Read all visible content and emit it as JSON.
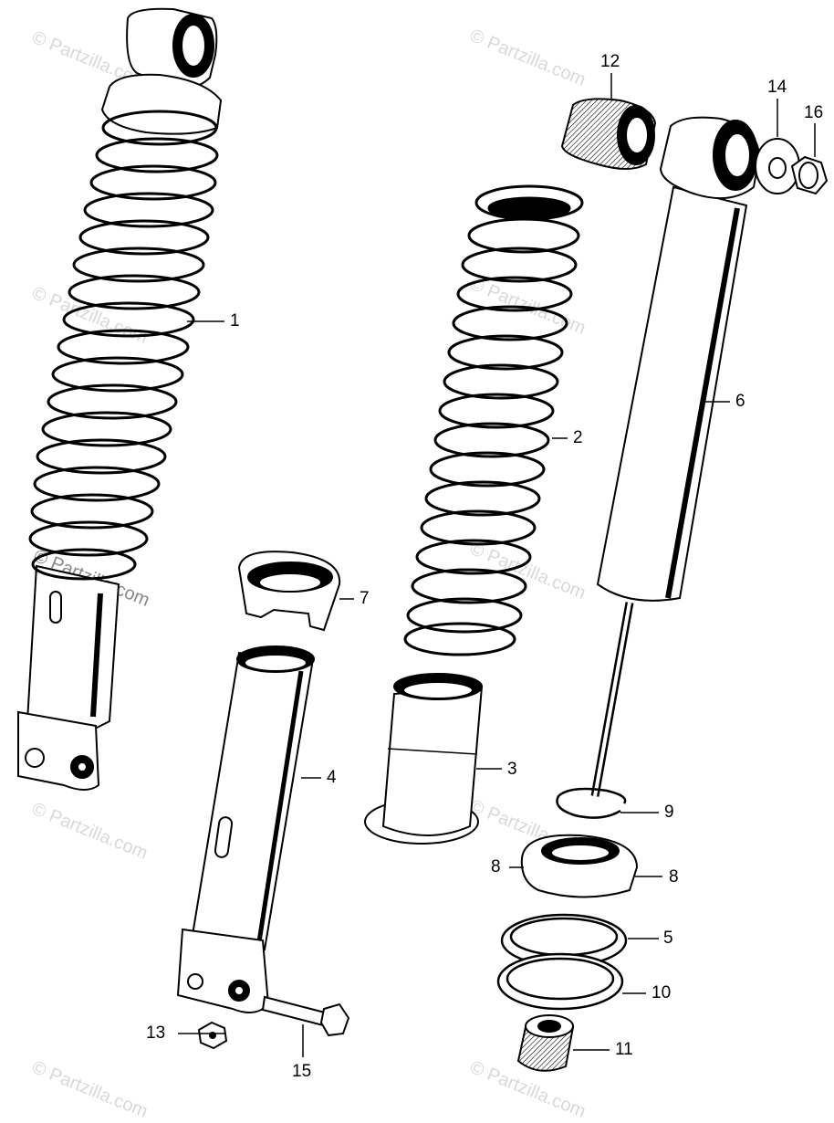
{
  "diagram": {
    "watermark": "© Partzilla.com",
    "callouts": {
      "c1": "1",
      "c2": "2",
      "c3": "3",
      "c4": "4",
      "c5": "5",
      "c6": "6",
      "c7": "7",
      "c8a": "8",
      "c8b": "8",
      "c9": "9",
      "c10": "10",
      "c11": "11",
      "c12": "12",
      "c13": "13",
      "c14": "14",
      "c15": "15",
      "c16": "16"
    }
  }
}
